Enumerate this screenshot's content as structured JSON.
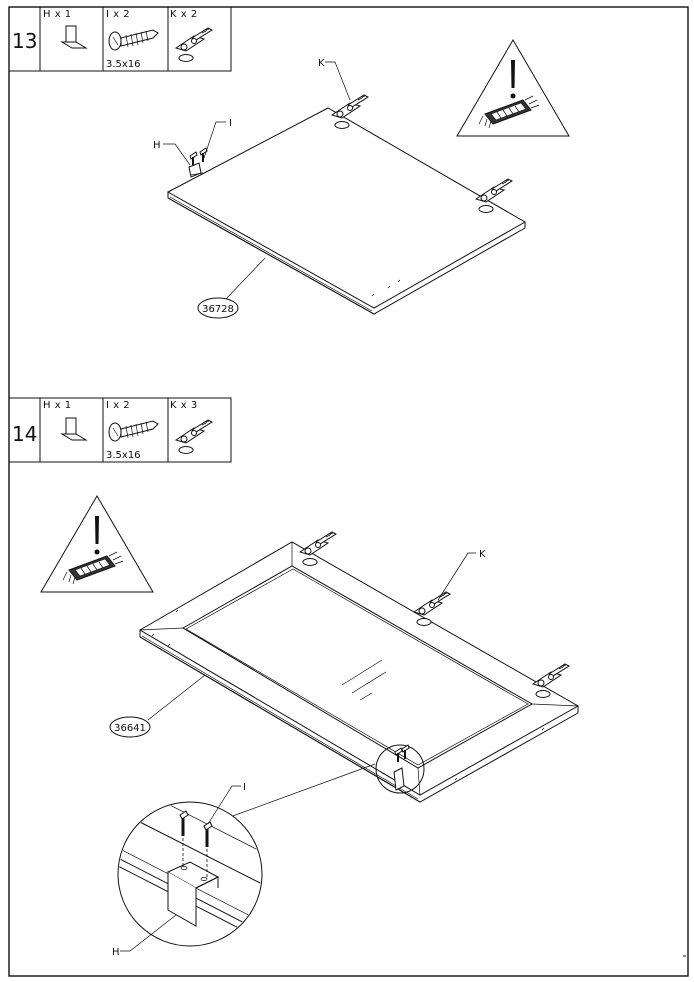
{
  "steps": [
    {
      "number": "13",
      "parts": [
        {
          "qty": "H x 1",
          "icon": "bracket-icon"
        },
        {
          "qty": "I x 2",
          "size": "3.5x16",
          "icon": "screw-icon"
        },
        {
          "qty": "K x 2",
          "icon": "hinge-icon"
        }
      ],
      "callouts": {
        "hinge": "K",
        "bracket": "H",
        "screw": "I"
      },
      "part_number": "36728"
    },
    {
      "number": "14",
      "parts": [
        {
          "qty": "H x 1",
          "icon": "bracket-icon"
        },
        {
          "qty": "I x 2",
          "size": "3.5x16",
          "icon": "screw-icon"
        },
        {
          "qty": "K x 3",
          "icon": "hinge-icon"
        }
      ],
      "callouts": {
        "hinge": "K",
        "screw": "I",
        "bracket": "H"
      },
      "part_number": "36641"
    }
  ],
  "warning_icon": "warning-triangle-icon",
  "colors": {
    "ink": "#111111",
    "paper": "#ffffff"
  }
}
